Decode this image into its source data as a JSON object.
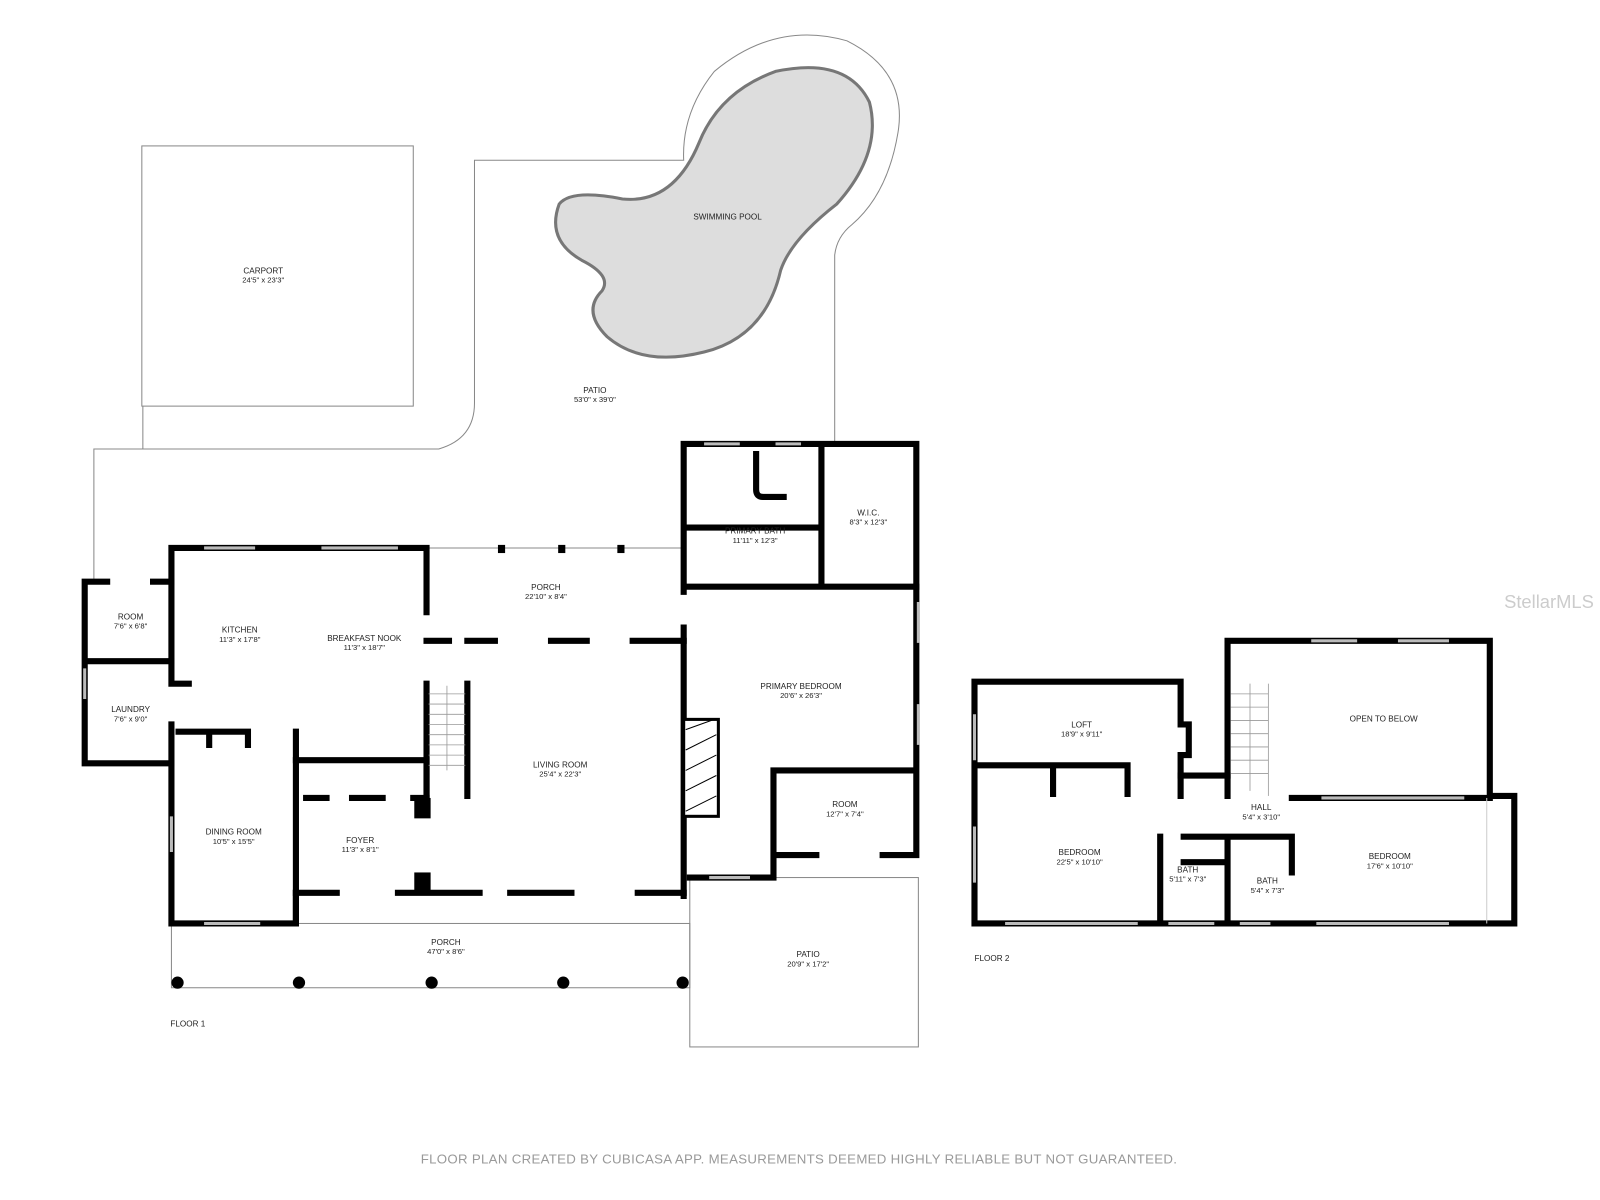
{
  "watermark": "StellarMLS",
  "footer": "FLOOR PLAN CREATED BY CUBICASA APP. MEASUREMENTS DEEMED HIGHLY RELIABLE BUT NOT GUARANTEED.",
  "floor1": {
    "label": "FLOOR 1",
    "rooms": {
      "carport": {
        "name": "CARPORT",
        "dim": "24'5\" x 23'3\""
      },
      "pool": {
        "name": "SWIMMING POOL"
      },
      "patio_back": {
        "name": "PATIO",
        "dim": "53'0\" x 39'0\""
      },
      "primary_bath": {
        "name": "PRIMARY BATH",
        "dim": "11'11\" x 12'3\""
      },
      "wic": {
        "name": "W.I.C.",
        "dim": "8'3\" x 12'3\""
      },
      "room_small": {
        "name": "ROOM",
        "dim": "7'6\" x 6'8\""
      },
      "kitchen": {
        "name": "KITCHEN",
        "dim": "11'3\" x 17'8\""
      },
      "breakfast_nook": {
        "name": "BREAKFAST NOOK",
        "dim": "11'3\" x 18'7\""
      },
      "porch_back": {
        "name": "PORCH",
        "dim": "22'10\" x 8'4\""
      },
      "primary_bedroom": {
        "name": "PRIMARY BEDROOM",
        "dim": "20'6\" x 26'3\""
      },
      "laundry": {
        "name": "LAUNDRY",
        "dim": "7'6\" x 9'0\""
      },
      "living_room": {
        "name": "LIVING ROOM",
        "dim": "25'4\" x 22'3\""
      },
      "room_side": {
        "name": "ROOM",
        "dim": "12'7\" x 7'4\""
      },
      "dining_room": {
        "name": "DINING ROOM",
        "dim": "10'5\" x 15'5\""
      },
      "foyer": {
        "name": "FOYER",
        "dim": "11'3\" x 8'1\""
      },
      "porch_front": {
        "name": "PORCH",
        "dim": "47'0\" x 8'6\""
      },
      "patio_side": {
        "name": "PATIO",
        "dim": "20'9\" x 17'2\""
      }
    }
  },
  "floor2": {
    "label": "FLOOR 2",
    "rooms": {
      "loft": {
        "name": "LOFT",
        "dim": "18'9\" x 9'11\""
      },
      "open_below": {
        "name": "OPEN TO BELOW"
      },
      "hall": {
        "name": "HALL",
        "dim": "5'4\" x 3'10\""
      },
      "bedroom_left": {
        "name": "BEDROOM",
        "dim": "22'5\" x 10'10\""
      },
      "bath_left": {
        "name": "BATH",
        "dim": "5'11\" x 7'3\""
      },
      "bath_right": {
        "name": "BATH",
        "dim": "5'4\" x 7'3\""
      },
      "bedroom_right": {
        "name": "BEDROOM",
        "dim": "17'6\" x 10'10\""
      }
    }
  }
}
